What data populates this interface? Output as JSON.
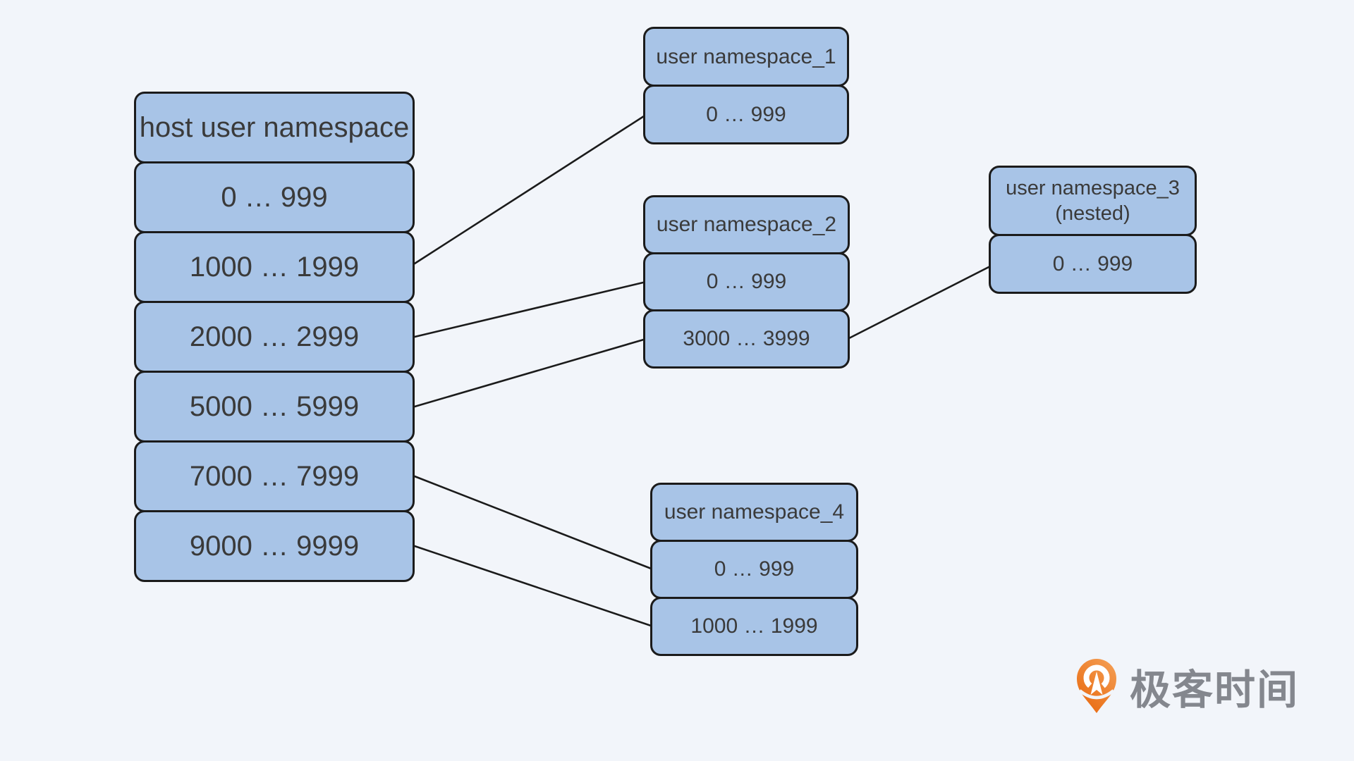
{
  "colors": {
    "background": "#f2f5fa",
    "box_fill": "#a8c4e7",
    "box_border": "#1b1b1b",
    "text": "#3a3a3a",
    "connector_line": "#1b1b1b",
    "logo_orange_light": "#f49d52",
    "logo_orange_dark": "#e8680e",
    "logo_text_gray": "#84878e"
  },
  "diagram": {
    "host": {
      "title": "host user namespace",
      "rows": [
        "0 … 999",
        "1000 … 1999",
        "2000 … 2999",
        "5000 … 5999",
        "7000 … 7999",
        "9000 … 9999"
      ]
    },
    "namespaces": [
      {
        "title": "user namespace_1",
        "rows": [
          "0 … 999"
        ]
      },
      {
        "title": "user namespace_2",
        "rows": [
          "0 … 999",
          "3000 … 3999"
        ]
      },
      {
        "title": "user namespace_3",
        "subtitle": "(nested)",
        "rows": [
          "0 … 999"
        ]
      },
      {
        "title": "user namespace_4",
        "rows": [
          "0 … 999",
          "1000 … 1999"
        ]
      }
    ],
    "edges": [
      {
        "from": "host user namespace: 1000 … 1999",
        "to": "user namespace_1: 0 … 999"
      },
      {
        "from": "host user namespace: 2000 … 2999",
        "to": "user namespace_2: 0 … 999"
      },
      {
        "from": "host user namespace: 5000 … 5999",
        "to": "user namespace_2: 3000 … 3999"
      },
      {
        "from": "user namespace_2: 3000 … 3999",
        "to": "user namespace_3 (nested): 0 … 999"
      },
      {
        "from": "host user namespace: 7000 … 7999",
        "to": "user namespace_4: 0 … 999"
      },
      {
        "from": "host user namespace: 9000 … 9999",
        "to": "user namespace_4: 1000 … 1999"
      }
    ]
  },
  "logo": {
    "text": "极客时间",
    "icon": "geektime-pin-icon"
  }
}
